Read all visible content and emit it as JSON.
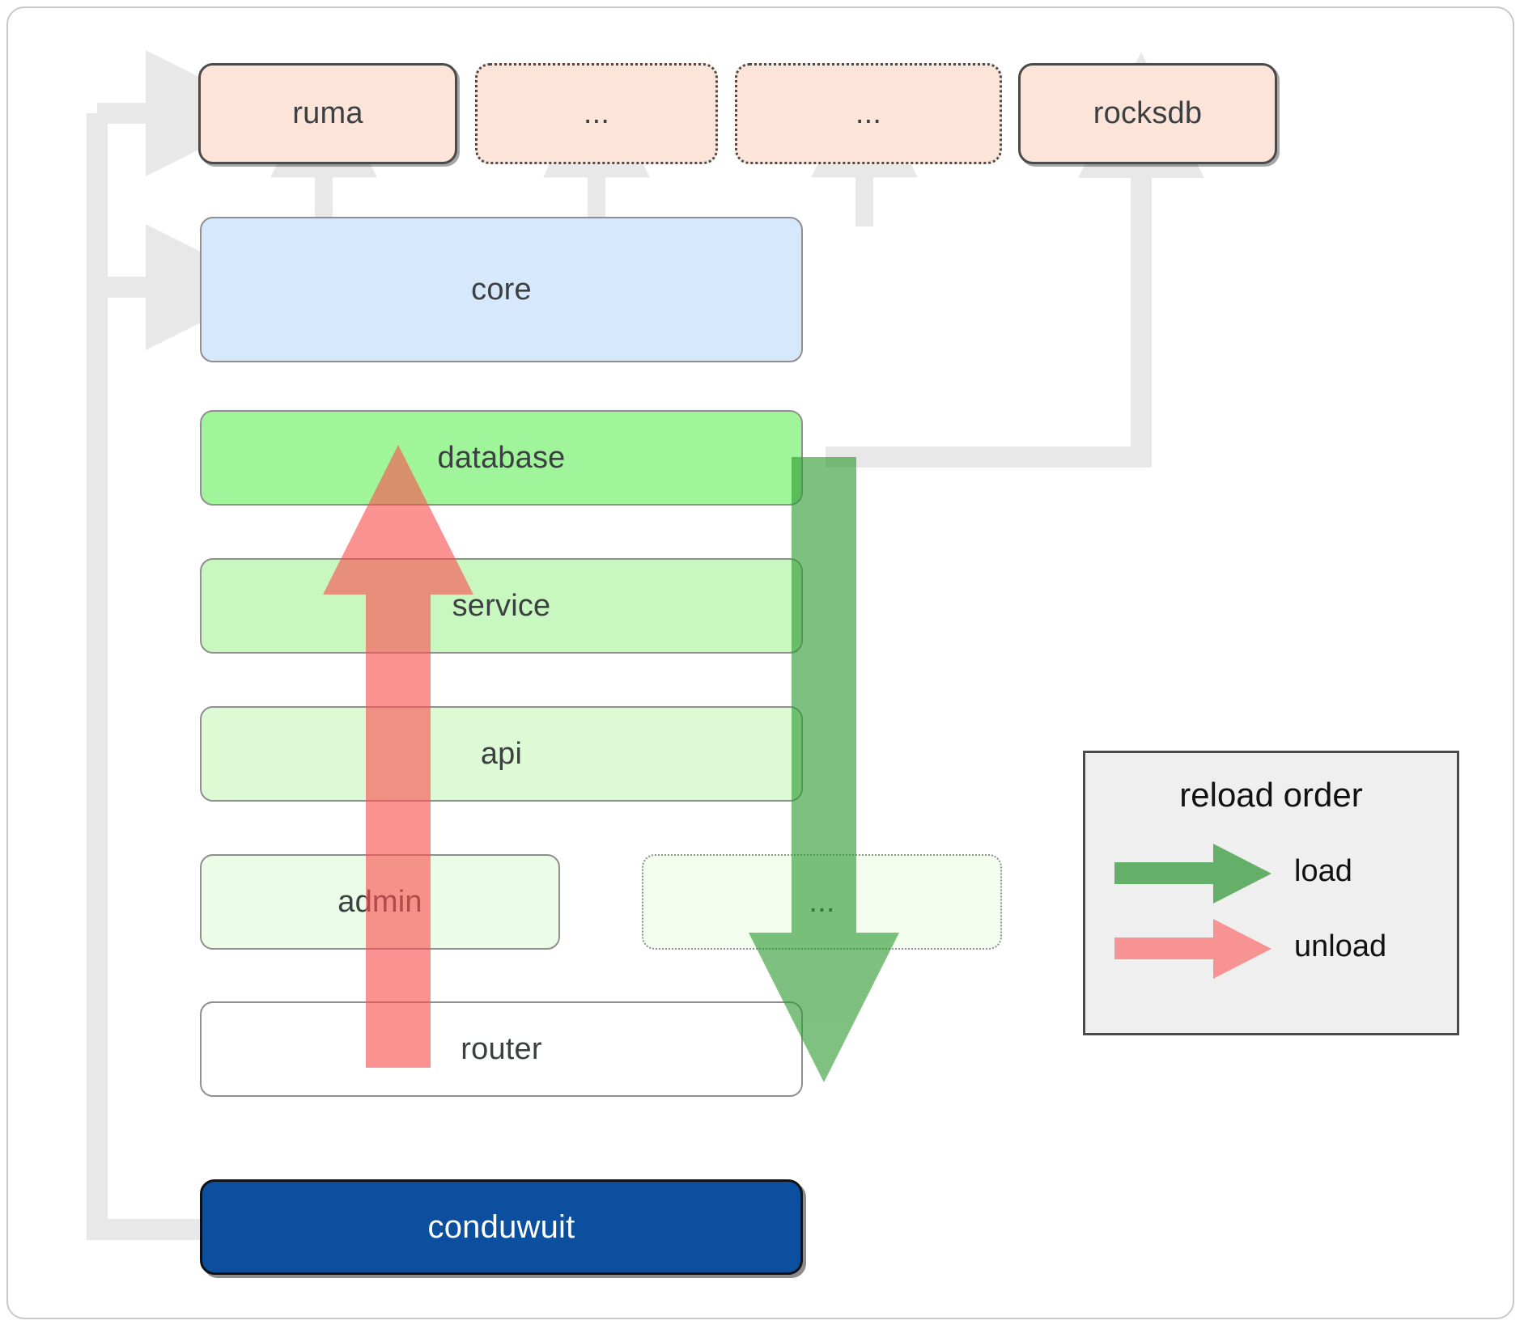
{
  "diagram": {
    "title": "conduwuit crate layering / reload order",
    "dependencies": [
      {
        "label": "ruma",
        "style": "solid"
      },
      {
        "label": "...",
        "style": "dotted"
      },
      {
        "label": "...",
        "style": "dotted"
      },
      {
        "label": "rocksdb",
        "style": "solid"
      }
    ],
    "core": {
      "label": "core",
      "color": "#d6e8fb"
    },
    "layers": [
      {
        "label": "database",
        "color": "#a0f59a",
        "style": "solid"
      },
      {
        "label": "service",
        "color": "#c8f7bf",
        "style": "solid"
      },
      {
        "label": "api",
        "color": "#ddfad4",
        "style": "solid"
      },
      {
        "label": "admin",
        "color": "#ecfde7",
        "style": "solid"
      },
      {
        "label": "...",
        "color": "#ecfde7",
        "style": "dotted"
      },
      {
        "label": "router",
        "color": "#ffffff",
        "style": "solid"
      }
    ],
    "app": {
      "label": "conduwuit",
      "color": "#0b4f9e"
    },
    "legend": {
      "title": "reload order",
      "items": [
        {
          "label": "load",
          "color": "#59b75c",
          "direction": "down"
        },
        {
          "label": "unload",
          "color": "#fa8080",
          "direction": "up"
        }
      ]
    },
    "arrows": {
      "load_color": "#59b75c",
      "unload_color": "#fa8080",
      "connector_color": "#e8e8e8"
    }
  }
}
